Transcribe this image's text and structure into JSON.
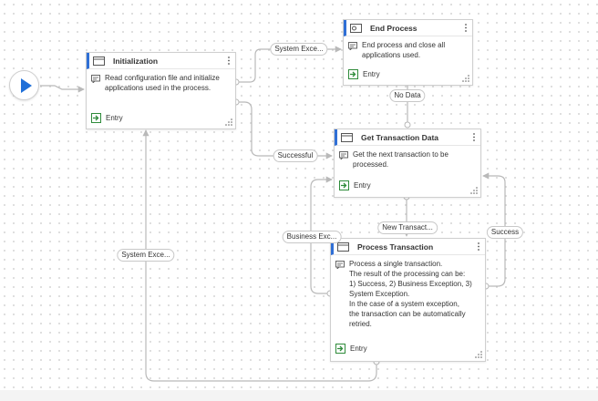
{
  "nodes": {
    "initialization": {
      "title": "Initialization",
      "description": "Read configuration file and initialize applications used in the process.",
      "entry": "Entry"
    },
    "end_process": {
      "title": "End Process",
      "description": "End process and close all applications used.",
      "entry": "Entry"
    },
    "get_transaction_data": {
      "title": "Get Transaction Data",
      "description": "Get the next transaction to be processed.",
      "entry": "Entry"
    },
    "process_transaction": {
      "title": "Process Transaction",
      "description": "Process a single transaction.\nThe result of the processing can be:\n1) Success, 2) Business Exception, 3)\nSystem Exception.\nIn the case of a system exception,\nthe transaction can be automatically\nretried.",
      "entry": "Entry"
    }
  },
  "edges": {
    "init_to_end": "System Exce...",
    "init_to_get": "Successful",
    "get_to_end": "No Data",
    "get_to_process": "New Transact...",
    "process_business": "Business Exc...",
    "process_success": "Success",
    "process_system": "System Exce..."
  },
  "colors": {
    "accent": "#2f6fd6",
    "start_play": "#1f6fd8",
    "edge": "#b9b9b9"
  },
  "icons": {
    "start": "play-icon",
    "node": "state-icon",
    "description": "comment-icon",
    "entry": "entry-arrow-icon",
    "menu": "more-vertical-icon",
    "resize": "resize-handle-icon"
  }
}
